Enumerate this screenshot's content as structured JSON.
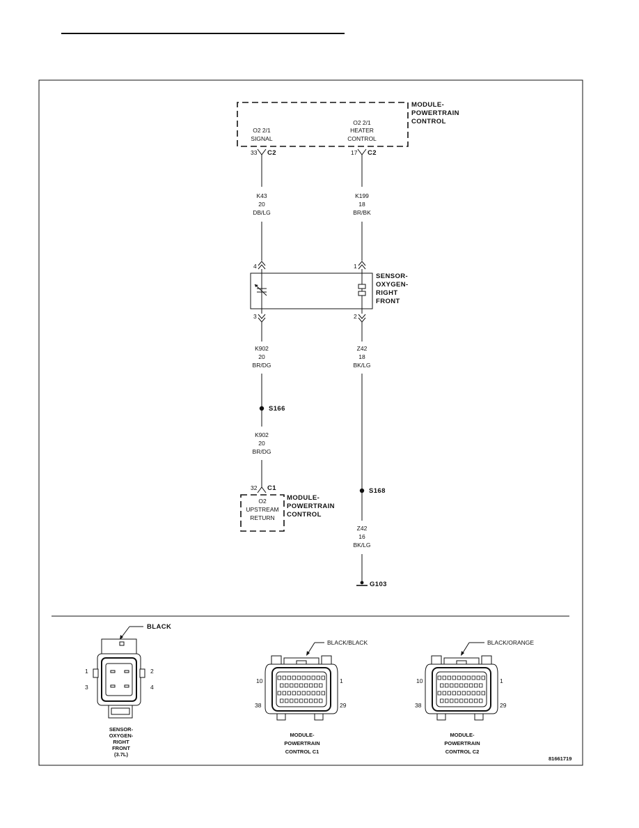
{
  "pcm_top": {
    "title": [
      "MODULE-",
      "POWERTRAIN",
      "CONTROL"
    ],
    "pin_a": {
      "label": [
        "O2 2/1",
        "SIGNAL"
      ],
      "cavity": "33",
      "connector": "C2"
    },
    "pin_b": {
      "label": [
        "O2 2/1",
        "HEATER",
        "CONTROL"
      ],
      "cavity": "17",
      "connector": "C2"
    }
  },
  "wire_left_top": {
    "circuit": "K43",
    "gauge": "20",
    "color": "DB/LG"
  },
  "wire_right_top": {
    "circuit": "K199",
    "gauge": "18",
    "color": "BR/BK"
  },
  "sensor": {
    "title": [
      "SENSOR-",
      "OXYGEN-",
      "RIGHT",
      "FRONT"
    ],
    "pins": {
      "top_left": "4",
      "top_right": "1",
      "bottom_left": "3",
      "bottom_right": "2"
    }
  },
  "wire_left_mid": {
    "circuit": "K902",
    "gauge": "20",
    "color": "BR/DG"
  },
  "wire_right_mid": {
    "circuit": "Z42",
    "gauge": "18",
    "color": "BK/LG"
  },
  "splice_left": "S166",
  "wire_left_low": {
    "circuit": "K902",
    "gauge": "20",
    "color": "BR/DG"
  },
  "pcm_bottom": {
    "cavity": "32",
    "connector": "C1",
    "label": [
      "O2",
      "UPSTREAM",
      "RETURN"
    ],
    "title": [
      "MODULE-",
      "POWERTRAIN",
      "CONTROL"
    ]
  },
  "splice_right": "S168",
  "wire_right_low": {
    "circuit": "Z42",
    "gauge": "16",
    "color": "BK/LG"
  },
  "ground": "G103",
  "connectors": [
    {
      "color": "BLACK",
      "pins": {
        "tl": "1",
        "tr": "2",
        "bl": "3",
        "br": "4"
      },
      "name": [
        "SENSOR-",
        "OXYGEN-",
        "RIGHT",
        "FRONT",
        "(3.7L)"
      ]
    },
    {
      "color": "BLACK/BLACK",
      "pins": {
        "tl": "10",
        "tr": "1",
        "bl": "38",
        "br": "29"
      },
      "name": [
        "MODULE-",
        "POWERTRAIN",
        "CONTROL C1"
      ]
    },
    {
      "color": "BLACK/ORANGE",
      "pins": {
        "tl": "10",
        "tr": "1",
        "bl": "38",
        "br": "29"
      },
      "name": [
        "MODULE-",
        "POWERTRAIN",
        "CONTROL C2"
      ]
    }
  ],
  "figure_id": "81661719"
}
